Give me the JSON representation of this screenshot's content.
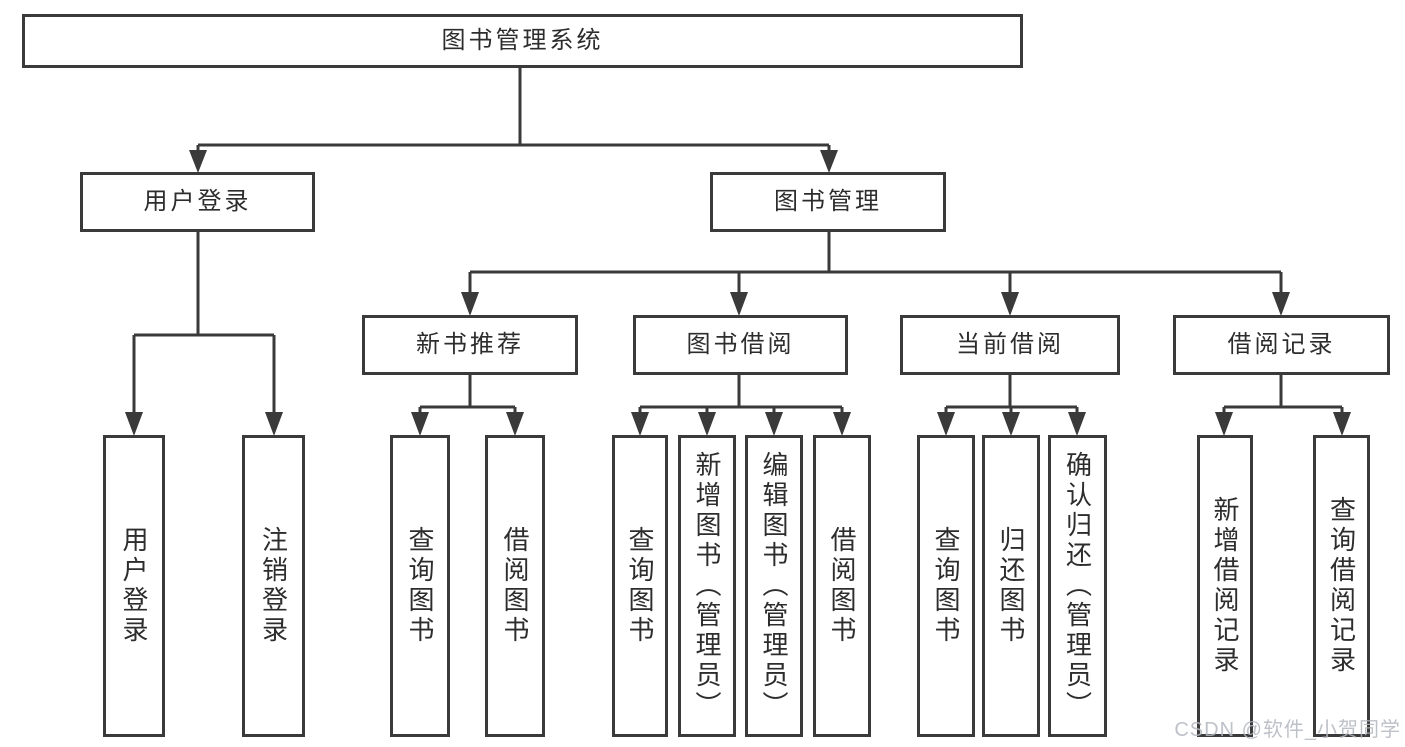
{
  "title": "图书管理系统",
  "colors": {
    "line": "#3a3a3a",
    "box_border": "#3a3a3a",
    "text": "#2d2d2d",
    "background": "#ffffff",
    "watermark": "#b2b6be"
  },
  "tree": {
    "root": {
      "label": "图书管理系统"
    },
    "branches": [
      {
        "label": "用户登录",
        "children": [
          {
            "label": "用户登录"
          },
          {
            "label": "注销登录"
          }
        ]
      },
      {
        "label": "图书管理",
        "children": [
          {
            "label": "新书推荐",
            "children": [
              {
                "label": "查询图书"
              },
              {
                "label": "借阅图书"
              }
            ]
          },
          {
            "label": "图书借阅",
            "children": [
              {
                "label": "查询图书"
              },
              {
                "label": "新增图书（管理员）"
              },
              {
                "label": "编辑图书（管理员）"
              },
              {
                "label": "借阅图书"
              }
            ]
          },
          {
            "label": "当前借阅",
            "children": [
              {
                "label": "查询图书"
              },
              {
                "label": "归还图书"
              },
              {
                "label": "确认归还（管理员）"
              }
            ]
          },
          {
            "label": "借阅记录",
            "children": [
              {
                "label": "新增借阅记录"
              },
              {
                "label": "查询借阅记录"
              }
            ]
          }
        ]
      }
    ]
  },
  "watermark": {
    "text": "CSDN @软件_小贺同学"
  }
}
